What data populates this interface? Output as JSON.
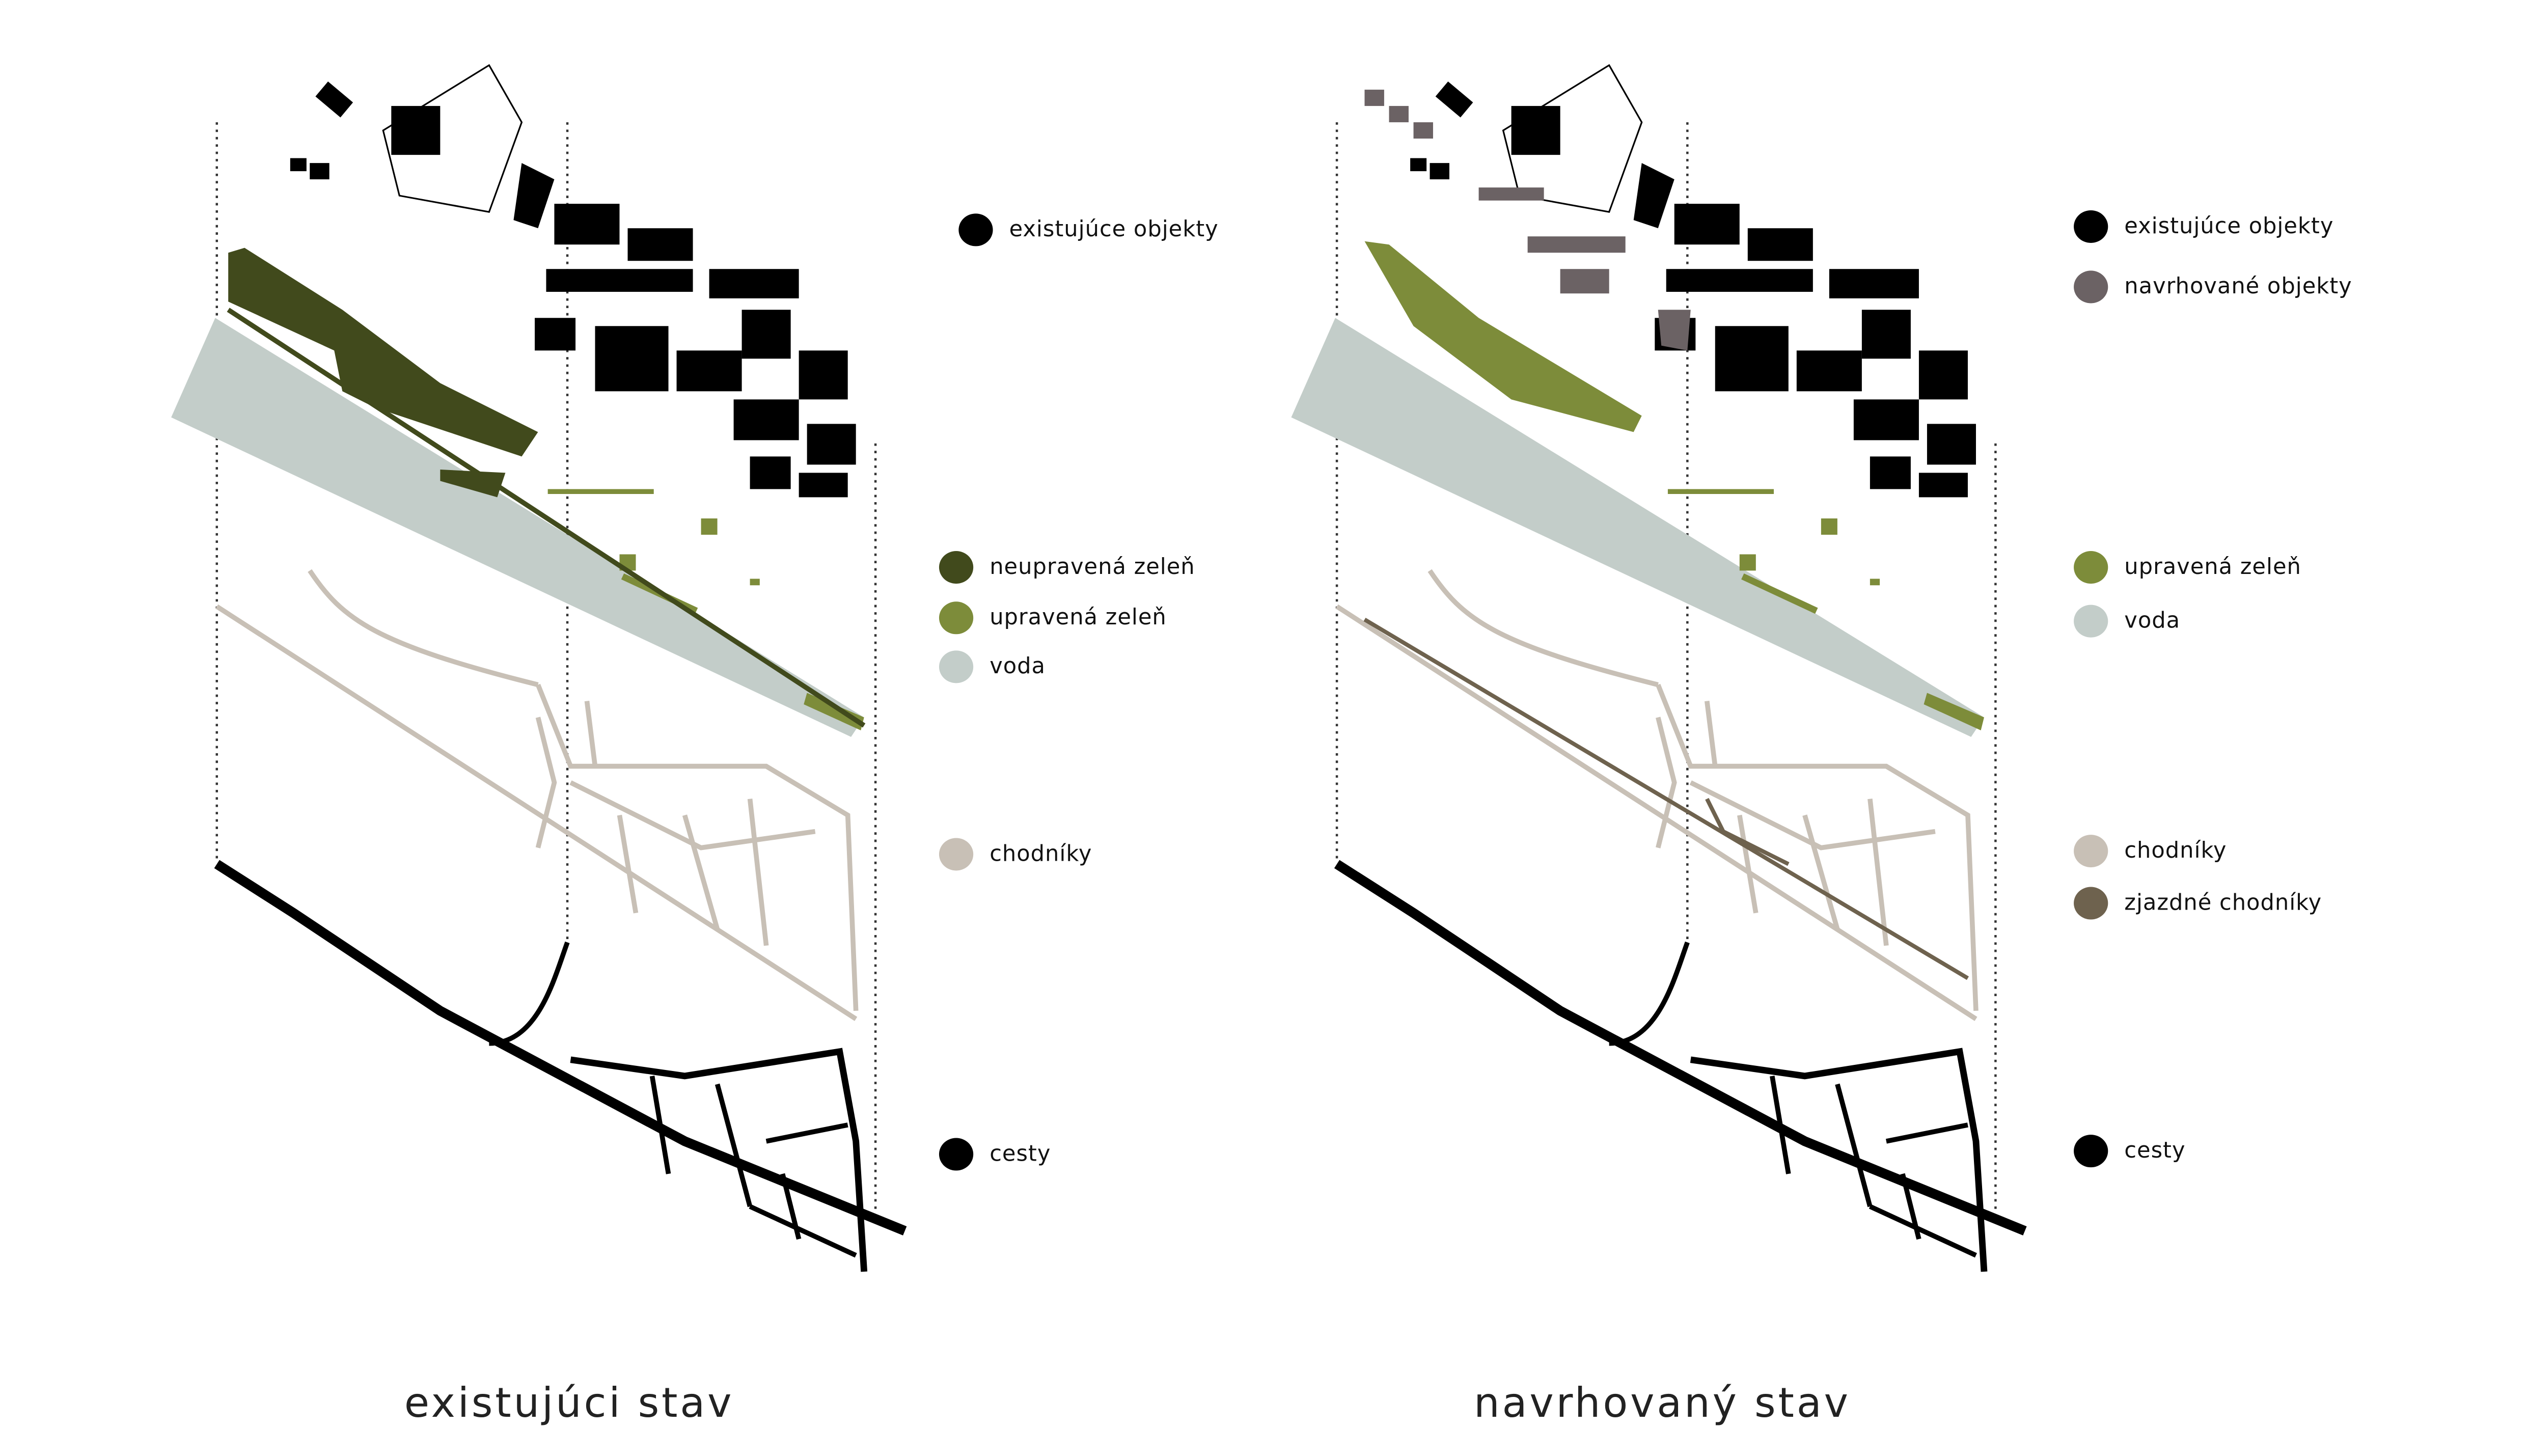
{
  "panels": [
    {
      "title": "existujúci stav",
      "legend": [
        {
          "label": "existujúce objekty",
          "color": "#000000"
        },
        {
          "label": "neupravená zeleň",
          "color": "#414a1c"
        },
        {
          "label": "upravená zeleň",
          "color": "#7d8c3a"
        },
        {
          "label": "voda",
          "color": "#c3cdc9"
        },
        {
          "label": "chodníky",
          "color": "#c8c0b6"
        },
        {
          "label": "cesty",
          "color": "#000000"
        }
      ]
    },
    {
      "title": "navrhovaný stav",
      "legend": [
        {
          "label": "existujúce objekty",
          "color": "#000000"
        },
        {
          "label": "navrhované objekty",
          "color": "#6b6264"
        },
        {
          "label": "upravená zeleň",
          "color": "#7d8c3a"
        },
        {
          "label": "voda",
          "color": "#c3cdc9"
        },
        {
          "label": "chodníky",
          "color": "#c8c0b6"
        },
        {
          "label": "zjazdné chodníky",
          "color": "#6e624e"
        },
        {
          "label": "cesty",
          "color": "#000000"
        }
      ]
    }
  ]
}
